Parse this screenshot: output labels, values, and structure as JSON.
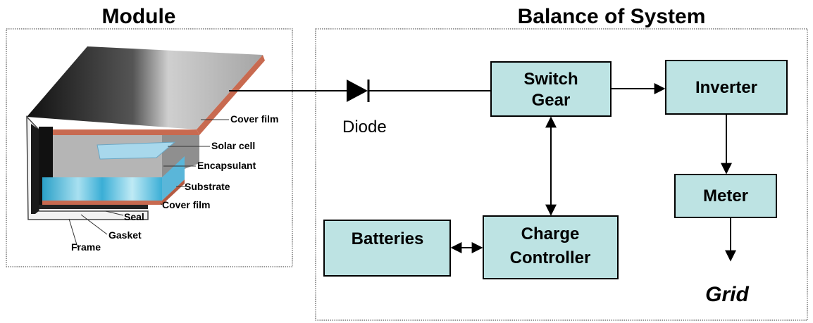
{
  "titles": {
    "module": "Module",
    "bos": "Balance of System"
  },
  "module_labels": {
    "cover_film_top": "Cover film",
    "solar_cell": "Solar cell",
    "encapsulant": "Encapsulant",
    "substrate": "Substrate",
    "cover_film_bottom": "Cover film",
    "seal": "Seal",
    "gasket": "Gasket",
    "frame": "Frame"
  },
  "diode": {
    "label": "Diode"
  },
  "blocks": {
    "switch_gear": {
      "line1": "Switch",
      "line2": "Gear"
    },
    "inverter": {
      "label": "Inverter"
    },
    "meter": {
      "label": "Meter"
    },
    "batteries": {
      "label": "Batteries"
    },
    "charge_controller": {
      "line1": "Charge",
      "line2": "Controller"
    }
  },
  "grid": {
    "label": "Grid"
  },
  "colors": {
    "block_fill": "#bde3e3",
    "cover_film": "#c86a50",
    "cell_blue": "#a8d8ec",
    "substrate_blue": "#4cb6d8",
    "frame_dark": "#1a1a1a"
  }
}
